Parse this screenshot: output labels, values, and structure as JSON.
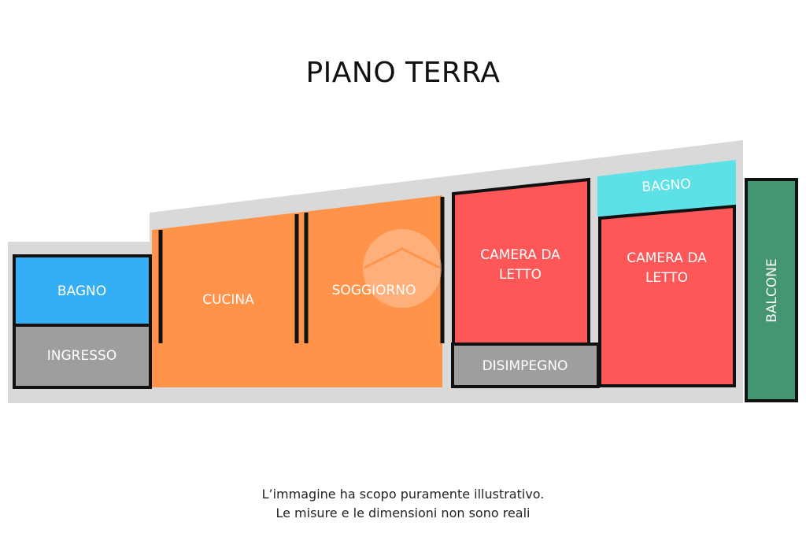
{
  "title": "PIANO TERRA",
  "rooms": {
    "bagno_1": "BAGNO",
    "ingresso": "INGRESSO",
    "cucina": "CUCINA",
    "soggiorno": "SOGGIORNO",
    "camera_1": [
      "CAMERA DA",
      "LETTO"
    ],
    "disimpegno": "DISIMPEGNO",
    "bagno_2": "BAGNO",
    "camera_2": [
      "CAMERA DA",
      "LETTO"
    ],
    "balcone": "BALCONE"
  },
  "colors": {
    "wall": "#d9d9d9",
    "bagno": "#34aef5",
    "ingresso": "#9e9e9e",
    "living": "#ff934a",
    "camera": "#ff5757",
    "bagno_2": "#5ce1e6",
    "balcone": "#43966f",
    "outline": "#111111"
  },
  "disclaimer": {
    "line1": "L’immagine ha scopo puramente illustrativo.",
    "line2": "Le misure e le dimensioni non sono reali"
  }
}
